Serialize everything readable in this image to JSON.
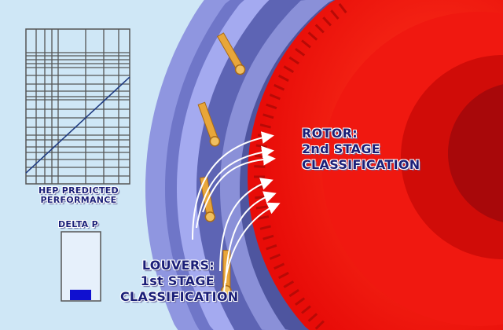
{
  "labels": {
    "rotor": [
      "ROTOR:",
      "2nd STAGE",
      "CLASSIFICATION"
    ],
    "louvers": [
      "LOUVERS:",
      "1st STAGE",
      "CLASSIFICATION"
    ]
  },
  "performance_chart": {
    "title_lines": [
      "HEP PREDICTED",
      "PERFORMANCE"
    ]
  },
  "delta_p": {
    "label": "DELTA P",
    "level": 0.15,
    "fill_color": "#1010d0"
  },
  "colors": {
    "background": "#cfe7f6",
    "rotor": "#ff1a10",
    "housing": "#7f86d8",
    "louver": "#e8a63a",
    "text": "#1b1f78"
  },
  "chart_data": {
    "type": "line",
    "title": "HEP PREDICTED PERFORMANCE",
    "xlabel": "",
    "ylabel": "",
    "x": [
      0,
      1
    ],
    "series": [
      {
        "name": "predicted",
        "values": [
          0.07,
          0.69
        ]
      }
    ],
    "xlim": [
      0,
      1
    ],
    "ylim": [
      0,
      1
    ],
    "grid": true
  }
}
